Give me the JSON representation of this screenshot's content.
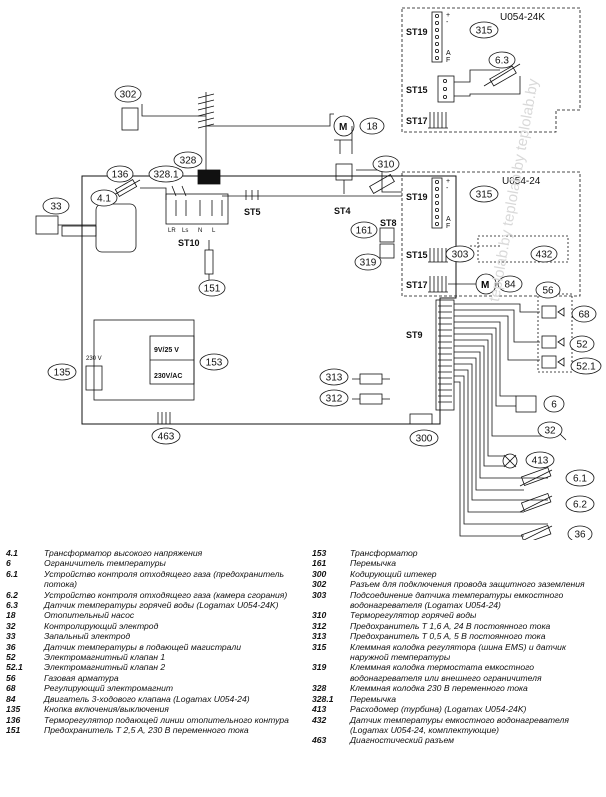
{
  "diagram": {
    "board_labels": {
      "u054_24k": "U054-24K",
      "u054_24": "U054-24",
      "st19": "ST19",
      "st15": "ST15",
      "st17": "ST17",
      "st5": "ST5",
      "st4": "ST4",
      "st8": "ST8",
      "st9": "ST9",
      "st10": "ST10",
      "plus": "+",
      "minus": "-",
      "a": "A",
      "f": "F",
      "lr": "LR",
      "ls": "Ls",
      "n": "N",
      "l": "L",
      "m": "M",
      "transformer_top": "9V/25 V",
      "transformer_bottom": "230V/AC",
      "v230": "230 V"
    },
    "callouts": {
      "c302": "302",
      "c18": "18",
      "c328": "328",
      "c310": "310",
      "c136": "136",
      "c328_1": "328.1",
      "c33": "33",
      "c4_1": "4.1",
      "c315a": "315",
      "c6_3": "6.3",
      "c315b": "315",
      "c161": "161",
      "c432": "432",
      "c303": "303",
      "c319": "319",
      "c84": "84",
      "c151": "151",
      "c56": "56",
      "c68": "68",
      "c52": "52",
      "c52_1": "52.1",
      "c135": "135",
      "c153": "153",
      "c313": "313",
      "c312": "312",
      "c6": "6",
      "c463": "463",
      "c300": "300",
      "c32": "32",
      "c413": "413",
      "c6_1": "6.1",
      "c6_2": "6.2",
      "c36": "36"
    }
  },
  "legend_left": [
    {
      "num": "4.1",
      "text": "Трансформатор высокого напряжения"
    },
    {
      "num": "6",
      "text": "Ограничитель температуры"
    },
    {
      "num": "6.1",
      "text": "Устройство контроля отходящего газа (предохранитель потока)"
    },
    {
      "num": "6.2",
      "text": "Устройство контроля отходящего газа (камера сгорания)"
    },
    {
      "num": "6.3",
      "text": "Датчик температуры горячей воды (Logamax U054-24K)"
    },
    {
      "num": "18",
      "text": "Отопительный насос"
    },
    {
      "num": "32",
      "text": "Контролирующий электрод"
    },
    {
      "num": "33",
      "text": "Запальный электрод"
    },
    {
      "num": "36",
      "text": "Датчик температуры в подающей магистрали"
    },
    {
      "num": "52",
      "text": "Электромагнитный клапан 1"
    },
    {
      "num": "52.1",
      "text": "Электромагнитный клапан 2"
    },
    {
      "num": "56",
      "text": "Газовая арматура"
    },
    {
      "num": "68",
      "text": "Регулирующий электромагнит"
    },
    {
      "num": "84",
      "text": "Двигатель 3-ходового клапана (Logamax U054-24)"
    },
    {
      "num": "135",
      "text": "Кнопка включения/выключения"
    },
    {
      "num": "136",
      "text": "Терморегулятор подающей линии отопительного контура"
    },
    {
      "num": "151",
      "text": "Предохранитель T 2,5 A, 230 В переменного тока"
    }
  ],
  "legend_right": [
    {
      "num": "153",
      "text": "Трансформатор"
    },
    {
      "num": "161",
      "text": "Перемычка"
    },
    {
      "num": "300",
      "text": "Кодирующий штекер"
    },
    {
      "num": "302",
      "text": "Разъем для подключения провода защитного заземления"
    },
    {
      "num": "303",
      "text": "Подсоединение датчика температуры емкостного водонагревателя (Logamax U054-24)"
    },
    {
      "num": "310",
      "text": "Терморегулятор горячей воды"
    },
    {
      "num": "312",
      "text": "Предохранитель T 1,6 A, 24 В постоянного тока"
    },
    {
      "num": "313",
      "text": "Предохранитель T 0,5 A, 5 В постоянного тока"
    },
    {
      "num": "315",
      "text": "Клеммная колодка регулятора (шина EMS) и датчик наружной температуры"
    },
    {
      "num": "319",
      "text": "Клеммная колодка термостата емкостного водонагревателя или внешнего ограничителя"
    },
    {
      "num": "328",
      "text": "Клеммная колодка 230 В переменного тока"
    },
    {
      "num": "328.1",
      "text": "Перемычка"
    },
    {
      "num": "413",
      "text": "Расходомер (турбина) (Logamax U054-24K)"
    },
    {
      "num": "432",
      "text": "Датчик температуры емкостного водонагревателя (Logamax U054-24, комплектующие)"
    },
    {
      "num": "463",
      "text": "Диагностический разъем"
    }
  ],
  "watermark": "teplolab.by  teplolab.by  teplolab.by"
}
